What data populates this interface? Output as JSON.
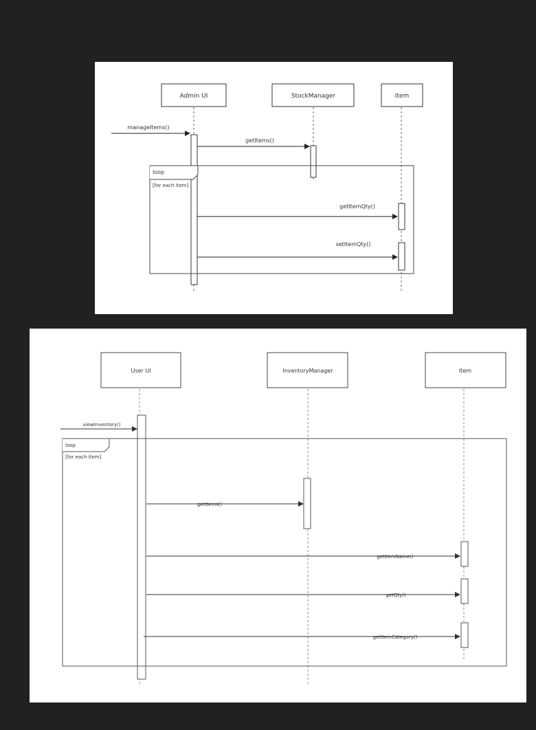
{
  "diagram1": {
    "participants": [
      "Admin UI",
      "StockManager",
      "Item"
    ],
    "incoming_message": "manageItems()",
    "messages": [
      "getItems()",
      "getItemQty()",
      "setItemQty()"
    ],
    "fragment_operator": "loop",
    "fragment_guard": "[for each item]"
  },
  "diagram2": {
    "participants": [
      "User UI",
      "InventoryManager",
      "Item"
    ],
    "incoming_message": "viewInventory()",
    "messages": [
      "getItems()",
      "getItemName()",
      "getQty()",
      "getItemCategory()"
    ],
    "fragment_operator": "loop",
    "fragment_guard": "[for each item]"
  },
  "colors": {
    "background": "#212121",
    "panel": "#ffffff",
    "line": "#333333"
  }
}
